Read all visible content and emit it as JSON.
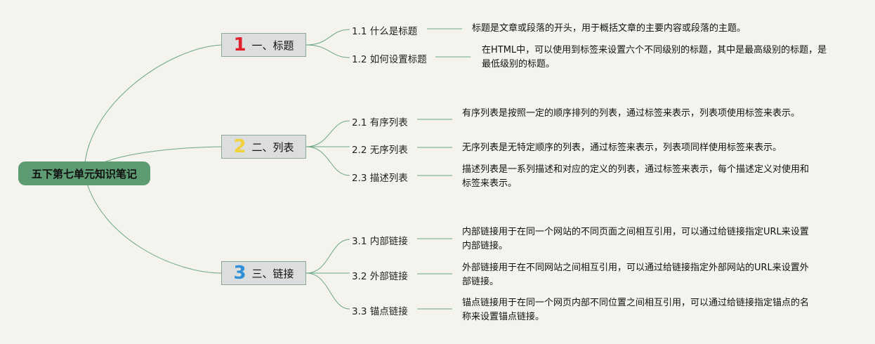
{
  "root": {
    "label": "五下第七单元知识笔记"
  },
  "branches": [
    {
      "number": "1",
      "number_color": "#e0202a",
      "label": "一、标题",
      "items": [
        {
          "label": "1.1 什么是标题",
          "desc": "标题是文章或段落的开头，用于概括文章的主要内容或段落的主题。"
        },
        {
          "label": "1.2 如何设置标题",
          "desc": "在HTML中，可以使用到标签来设置六个不同级别的标题，其中是最高级别的标题，是最低级别的标题。"
        }
      ]
    },
    {
      "number": "2",
      "number_color": "#f2d23a",
      "label": "二、列表",
      "items": [
        {
          "label": "2.1 有序列表",
          "desc": "有序列表是按照一定的顺序排列的列表，通过标签来表示，列表项使用标签来表示。"
        },
        {
          "label": "2.2 无序列表",
          "desc": "无序列表是无特定顺序的列表，通过标签来表示，列表项同样使用标签来表示。"
        },
        {
          "label": "2.3 描述列表",
          "desc": "描述列表是一系列描述和对应的定义的列表，通过标签来表示，每个描述定义对使用和标签来表示。"
        }
      ]
    },
    {
      "number": "3",
      "number_color": "#2f8fd8",
      "label": "三、链接",
      "items": [
        {
          "label": "3.1 内部链接",
          "desc": "内部链接用于在同一个网站的不同页面之间相互引用，可以通过给链接指定URL来设置内部链接。"
        },
        {
          "label": "3.2 外部链接",
          "desc": "外部链接用于在不同网站之间相互引用，可以通过给链接指定外部网站的URL来设置外部链接。"
        },
        {
          "label": "3.3 锚点链接",
          "desc": "锚点链接用于在同一个网页内部不同位置之间相互引用，可以通过给链接指定锚点的名称来设置锚点链接。"
        }
      ]
    }
  ],
  "colors": {
    "background": "#f4f3ee",
    "root": "#5d9b73",
    "branch": "#dcdddd",
    "line": "#6aa882"
  }
}
